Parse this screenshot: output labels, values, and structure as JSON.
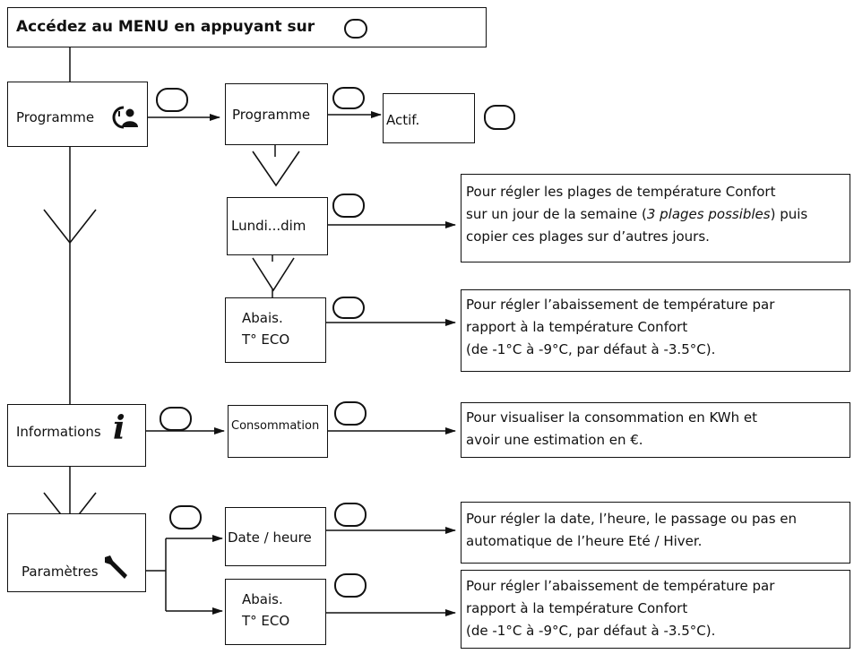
{
  "header": {
    "text": "Accédez au MENU en appuyant sur"
  },
  "menu": {
    "programme": "Programme",
    "informations": "Informations",
    "parametres": "Paramètres"
  },
  "submenu": {
    "programme": "Programme",
    "actif": "Actif.",
    "lundi_dim": "Lundi...dim",
    "abais_line1": "Abais.",
    "abais_line2": "T° ECO",
    "consommation": "Consommation",
    "date_heure": "Date / heure",
    "abais2_line1": "Abais.",
    "abais2_line2": "T° ECO"
  },
  "descriptions": {
    "lundi_1": "Pour régler les plages de température Confort",
    "lundi_2a": "sur un jour de la semaine (",
    "lundi_2b": "3 plages possibles",
    "lundi_2c": ") puis",
    "lundi_3": "copier ces plages sur d’autres jours.",
    "eco_1": "Pour régler l’abaissement de température par",
    "eco_2": "rapport à la température Confort",
    "eco_3": "(de -1°C à -9°C, par défaut à -3.5°C).",
    "conso_1": "Pour visualiser la consommation en KWh et",
    "conso_2": "avoir une estimation en €.",
    "date_1": "Pour régler la date, l’heure, le passage ou pas en",
    "date_2": "automatique de l’heure Eté / Hiver.",
    "eco2_1": "Pour régler l’abaissement de température par",
    "eco2_2": "rapport à la température Confort",
    "eco2_3": "(de -1°C à -9°C, par défaut à -3.5°C)."
  },
  "icons": {
    "menu_button": "rounded-button-icon",
    "programme": "clock-person-icon",
    "informations": "info-icon",
    "parametres": "wrench-icon"
  }
}
